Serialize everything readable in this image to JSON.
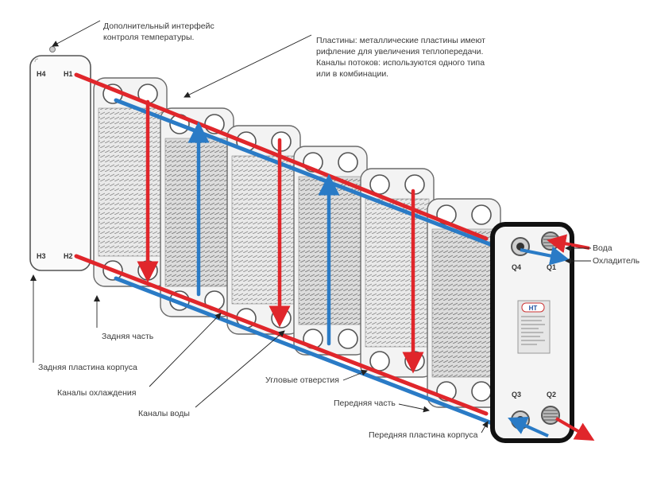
{
  "colors": {
    "hot": "#e0262b",
    "cold": "#2a7bc6",
    "plate_edge": "#666666",
    "frame_edge": "#111111",
    "leader": "#222222",
    "text": "#3a3a3a"
  },
  "callouts": {
    "interface": [
      "Дополнительный интерфейс",
      "контроля температуры."
    ],
    "plates": [
      "Пластины: металлические пластины имеют",
      "рифление для увеличения теплопередачи.",
      "Каналы потоков: используются одного типа",
      "или в комбинации."
    ],
    "water": "Вода",
    "coolant": "Охладитель",
    "rear_part": "Задняя часть",
    "rear_frame": "Задняя пластина корпуса",
    "cooling_channels": "Каналы охлаждения",
    "water_channels": "Каналы воды",
    "corner_holes": "Угловые отверстия",
    "front_part": "Передняя часть",
    "front_frame": "Передняя пластина корпуса"
  },
  "ports": {
    "rear": {
      "top_left": "H4",
      "top_right": "H1",
      "bottom_left": "H3",
      "bottom_right": "H2"
    },
    "front": {
      "top_left": "Q4",
      "top_right": "Q1",
      "bottom_left": "Q3",
      "bottom_right": "Q2"
    }
  },
  "nameplate": {
    "logo": "HT"
  }
}
